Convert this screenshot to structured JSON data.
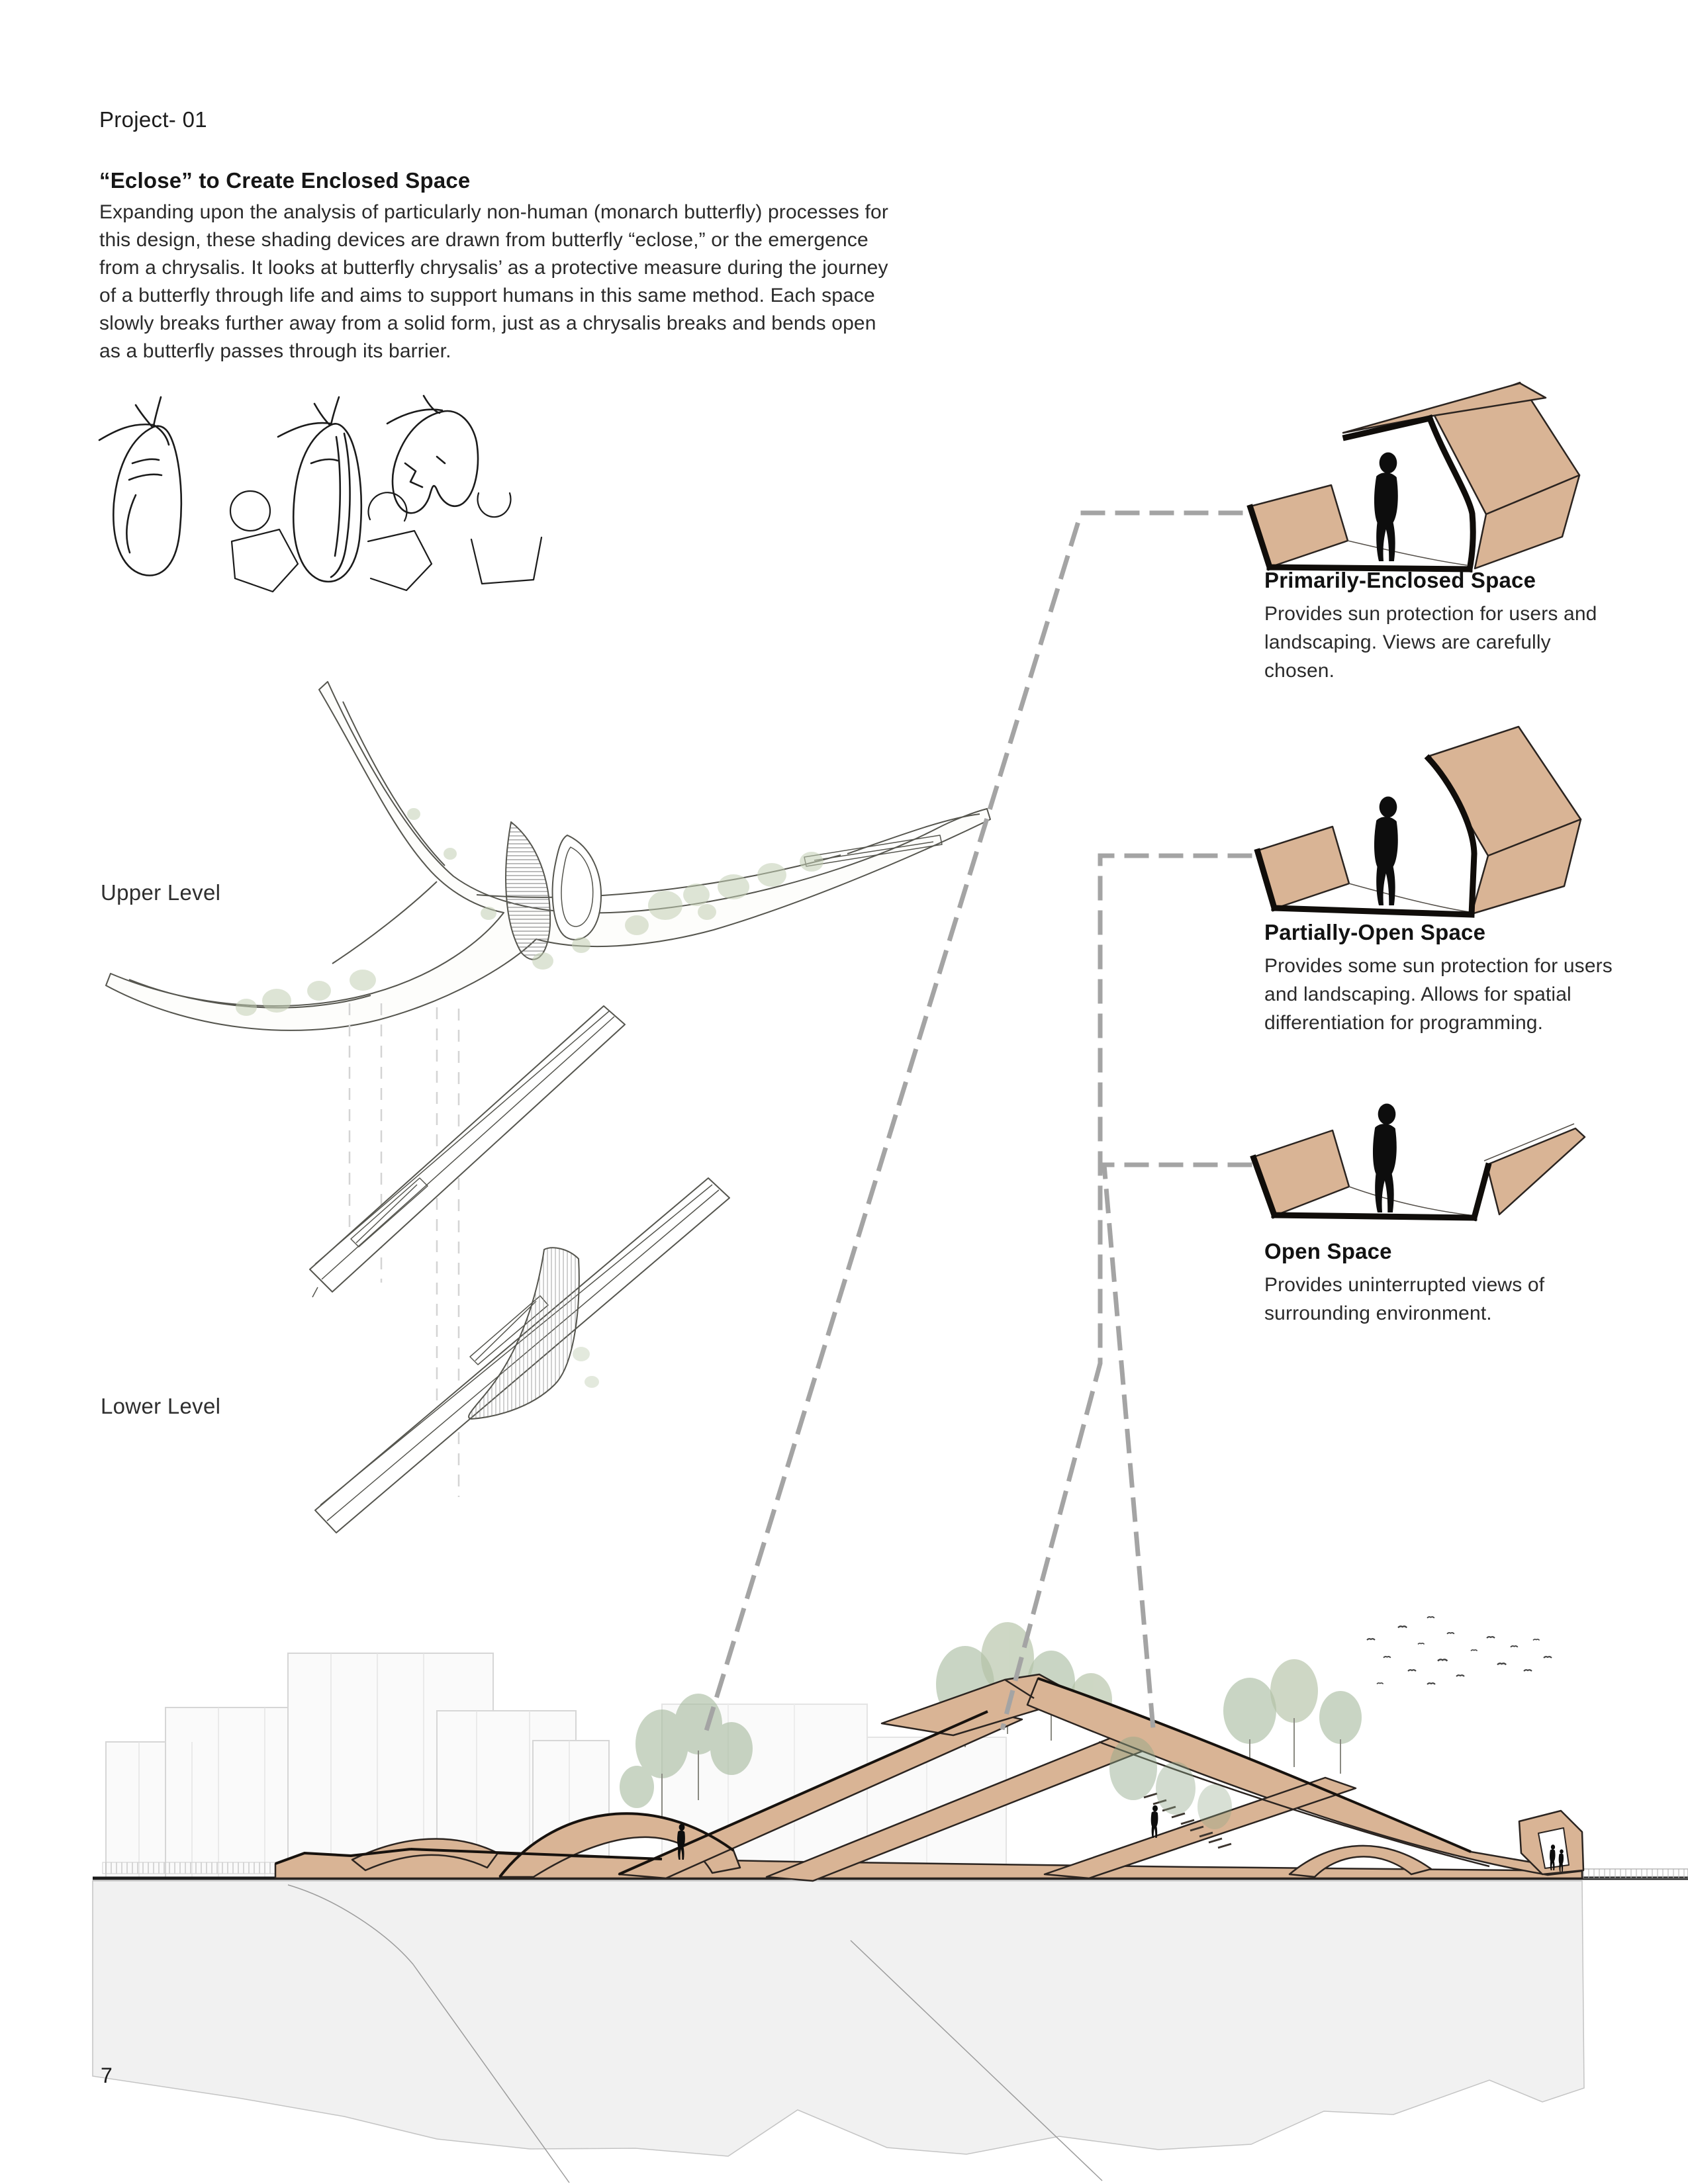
{
  "header": {
    "project_label": "Project- 01"
  },
  "intro": {
    "heading": "“Eclose” to Create Enclosed Space",
    "paragraph": "Expanding upon the analysis of particularly non-human (monarch butterfly) processes for this design, these shading devices are drawn from butterfly “eclose,” or the emergence from a chrysalis. It looks at butterfly chrysalis’ as a protective measure during the journey of a butterfly through life and aims to support humans in this same method. Each space slowly breaks further away from a solid form, just as a chrysalis breaks and bends open as a butterfly passes through its barrier."
  },
  "plans": {
    "upper_label": "Upper Level",
    "lower_label": "Lower Level"
  },
  "space_types": [
    {
      "title": "Primarily-Enclosed Space",
      "description": "Provides sun protection for users and landscaping. Views are carefully chosen.",
      "figure_icon": "person-silhouette"
    },
    {
      "title": "Partially-Open Space",
      "description": "Provides some sun protection for users and landscaping. Allows for spatial differentiation for programming.",
      "figure_icon": "person-silhouette"
    },
    {
      "title": "Open Space",
      "description": "Provides uninterrupted views of surrounding environment.",
      "figure_icon": "person-silhouette"
    }
  ],
  "footer": {
    "page_number": "7"
  },
  "colors": {
    "shade_tan": "#d9b495",
    "edge_black": "#17120e",
    "leader_gray": "#a4a4a4",
    "tree_green": "#9db394",
    "ground_black": "#1c1c1c",
    "cliff_gray": "#f1f1f1"
  }
}
